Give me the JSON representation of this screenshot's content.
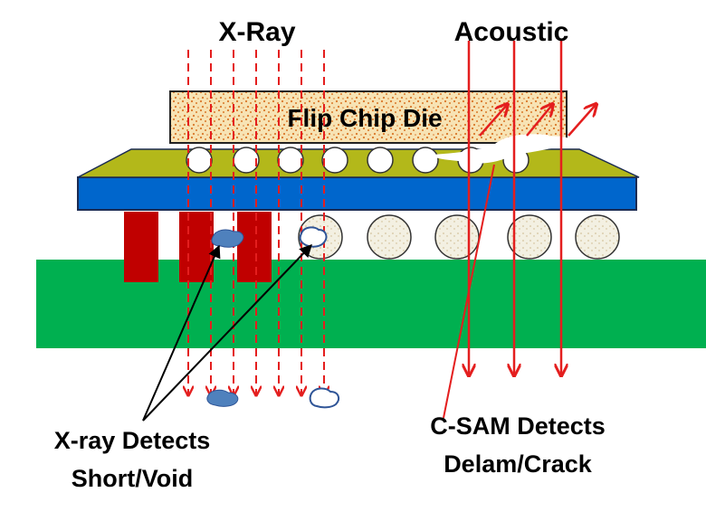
{
  "labels": {
    "xray_title": "X-Ray",
    "acoustic_title": "Acoustic",
    "die_label": "Flip Chip Die",
    "xray_caption_line1": "X-ray Detects",
    "xray_caption_line2": "Short/Void",
    "csam_caption_line1": "C-SAM Detects",
    "csam_caption_line2": "Delam/Crack"
  },
  "colors": {
    "arrow_red": "#e41e1e",
    "die_fill": "#f7e3b4",
    "die_speckle": "#d9782a",
    "substrate_olive": "#b3b81a",
    "interposer_blue": "#0066cc",
    "board_green": "#00b050",
    "component_red": "#c00000",
    "defect_blue": "#4f81bd"
  }
}
